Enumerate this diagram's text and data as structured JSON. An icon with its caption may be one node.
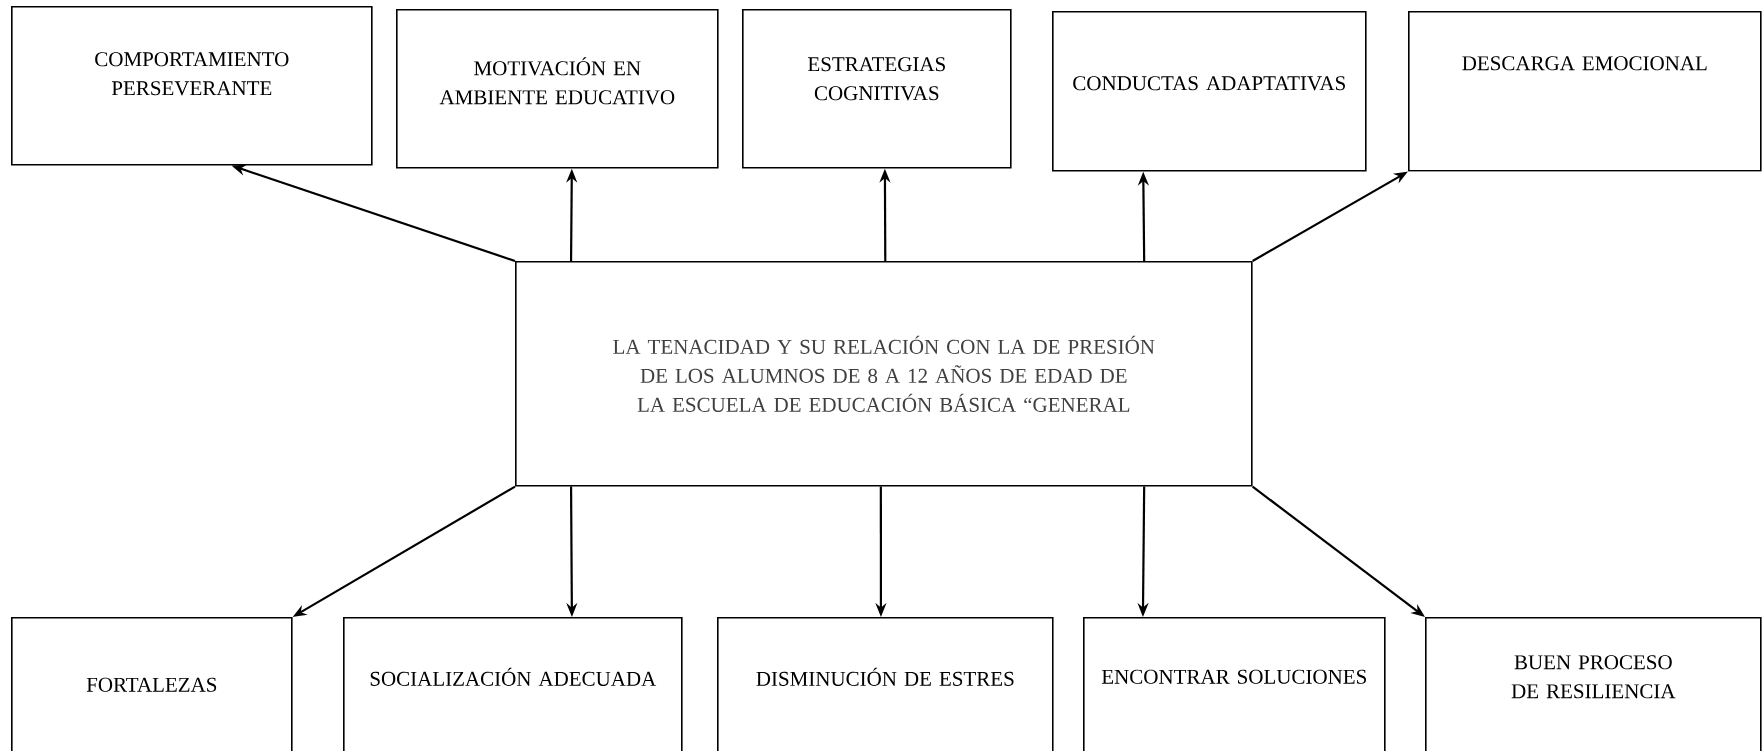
{
  "diagram": {
    "nodes": [
      {
        "text": [
          "COMPORTAMIENTO PERSEVERANTE"
        ]
      },
      {
        "text": [
          "MOTIVACIÓN EN AMBIENTE EDUCATIVO"
        ]
      },
      {
        "text": [
          "ESTRATEGIAS COGNITIVAS"
        ]
      },
      {
        "text": [
          "CONDUCTAS ADAPTATIVAS"
        ]
      },
      {
        "text": [
          "DESCARGA EMOCIONAL"
        ]
      },
      {
        "text": [
          "LA TENACIDAD Y SU RELACIÓN CON LA DE PRESIÓN DE LOS ALUMNOS DE 8 A 12 AÑOS DE EDAD DE LA ESCUELA DE EDUCACIÓN BÁSICA “GENERAL"
        ]
      },
      {
        "text": [
          "FORTALEZAS"
        ]
      },
      {
        "text": [
          "SOCIALIZACIÓN ADECUADA"
        ]
      },
      {
        "text": [
          "DISMINUCIÓN DE ESTRES"
        ]
      },
      {
        "text": [
          "ENCONTRAR SOLUCIONES"
        ]
      },
      {
        "text": [
          "BUEN PROCESO DE RESILIENCIA"
        ]
      }
    ],
    "edges": [
      {
        "from": 5,
        "to": 0,
        "arrow": "to"
      },
      {
        "from": 5,
        "to": 1,
        "arrow": "to"
      },
      {
        "from": 5,
        "to": 2,
        "arrow": "to"
      },
      {
        "from": 5,
        "to": 3,
        "arrow": "to"
      },
      {
        "from": 5,
        "to": 4,
        "arrow": "to"
      },
      {
        "from": 5,
        "to": 6,
        "arrow": "to"
      },
      {
        "from": 5,
        "to": 7,
        "arrow": "to"
      },
      {
        "from": 5,
        "to": 8,
        "arrow": "to"
      },
      {
        "from": 5,
        "to": 9,
        "arrow": "to"
      },
      {
        "from": 5,
        "to": 10,
        "arrow": "to"
      }
    ]
  }
}
